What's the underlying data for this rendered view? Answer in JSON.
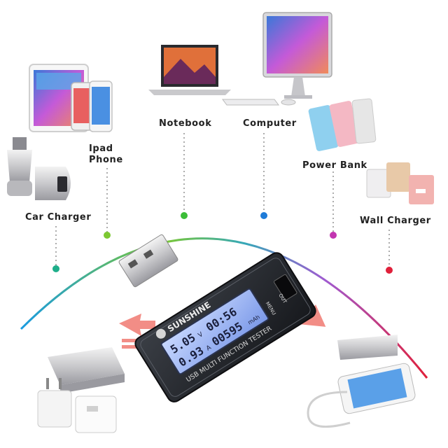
{
  "labels": {
    "car_charger": "Car Charger",
    "ipad": "Ipad",
    "phone": "Phone",
    "notebook": "Notebook",
    "computer": "Computer",
    "power_bank": "Power Bank",
    "wall_charger": "Wall Charger"
  },
  "device": {
    "brand": "SUNSHINE",
    "model_text": "USB MULTI FUNCTION TESTER",
    "menu_label": "MENU",
    "out_label": "OUT",
    "display": {
      "voltage": "5.05",
      "voltage_unit": "V",
      "current": "0.93",
      "current_unit": "A",
      "time": "00:56",
      "capacity": "00595",
      "capacity_unit": "mAh"
    }
  },
  "colors": {
    "arc_start": "#1a9be0",
    "arc_mid": "#7cc832",
    "arc_end": "#e0203a",
    "arrow": "#f07a72"
  }
}
